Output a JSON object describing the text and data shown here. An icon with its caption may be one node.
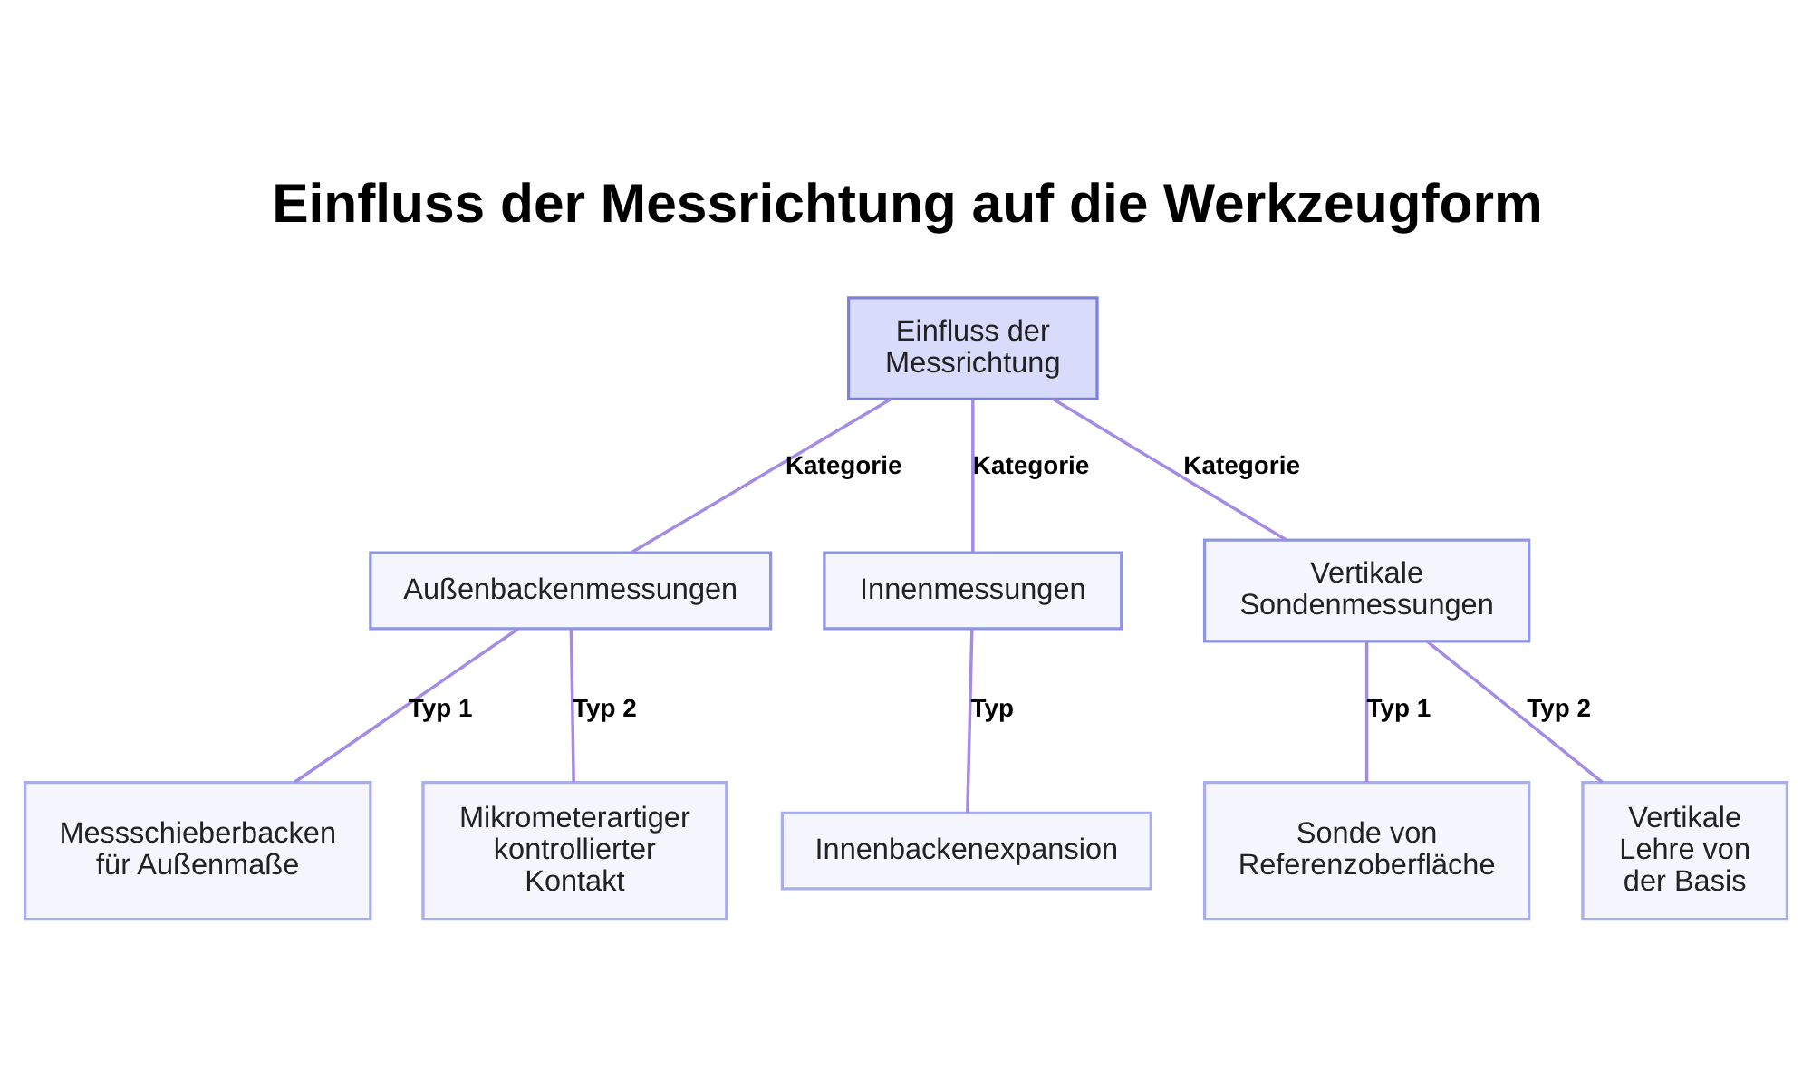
{
  "diagram": {
    "title": "Einfluss der Messrichtung auf die Werkzeugform",
    "nodes": [
      {
        "text": [
          "Einfluss der Messrichtung"
        ]
      },
      {
        "text": [
          "Außenbackenmessungen"
        ]
      },
      {
        "text": [
          "Innenmessungen"
        ]
      },
      {
        "text": [
          "Vertikale Sondenmessungen"
        ]
      },
      {
        "text": [
          "Messschieberbacken für Außenmaße"
        ]
      },
      {
        "text": [
          "Mikrometerartiger kontrollierter Kontakt"
        ]
      },
      {
        "text": [
          "Innenbackenexpansion"
        ]
      },
      {
        "text": [
          "Sonde von Referenzoberfläche"
        ]
      },
      {
        "text": [
          "Vertikale Lehre von der Basis"
        ]
      }
    ],
    "edges": [
      {
        "from": 0,
        "to": 1,
        "arrow": "none",
        "label": "Kategorie"
      },
      {
        "from": 0,
        "to": 2,
        "arrow": "none",
        "label": "Kategorie"
      },
      {
        "from": 0,
        "to": 3,
        "arrow": "none",
        "label": "Kategorie"
      },
      {
        "from": 1,
        "to": 4,
        "arrow": "none",
        "label": "Typ 1"
      },
      {
        "from": 1,
        "to": 5,
        "arrow": "none",
        "label": "Typ 2"
      },
      {
        "from": 2,
        "to": 6,
        "arrow": "none",
        "label": "Typ"
      },
      {
        "from": 3,
        "to": 7,
        "arrow": "none",
        "label": "Typ 1"
      },
      {
        "from": 3,
        "to": 8,
        "arrow": "none",
        "label": "Typ 2"
      }
    ]
  }
}
